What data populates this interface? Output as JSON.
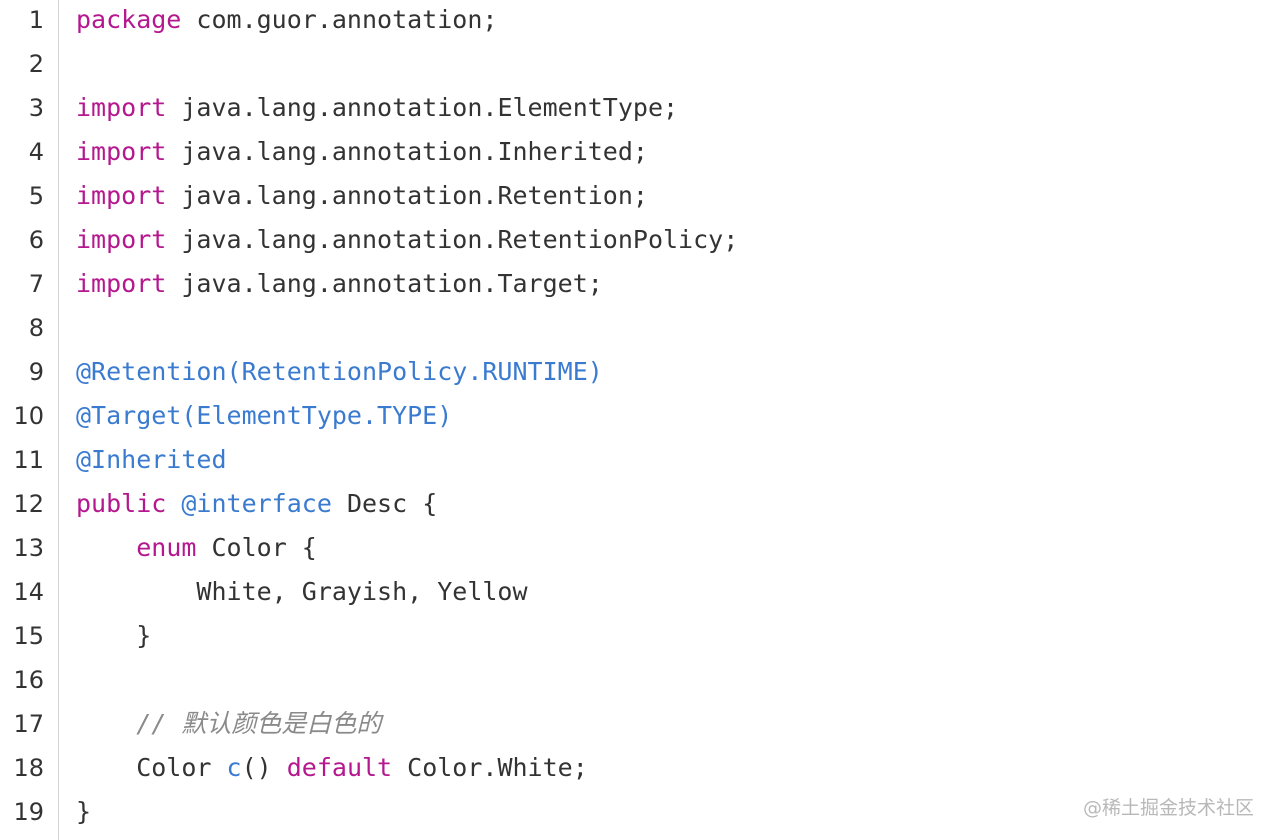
{
  "code_lines": [
    {
      "num": "1",
      "tokens": [
        {
          "t": "package",
          "c": "kw"
        },
        {
          "t": " com.guor.annotation;",
          "c": ""
        }
      ]
    },
    {
      "num": "2",
      "tokens": []
    },
    {
      "num": "3",
      "tokens": [
        {
          "t": "import",
          "c": "kw"
        },
        {
          "t": " java.lang.annotation.ElementType;",
          "c": ""
        }
      ]
    },
    {
      "num": "4",
      "tokens": [
        {
          "t": "import",
          "c": "kw"
        },
        {
          "t": " java.lang.annotation.Inherited;",
          "c": ""
        }
      ]
    },
    {
      "num": "5",
      "tokens": [
        {
          "t": "import",
          "c": "kw"
        },
        {
          "t": " java.lang.annotation.Retention;",
          "c": ""
        }
      ]
    },
    {
      "num": "6",
      "tokens": [
        {
          "t": "import",
          "c": "kw"
        },
        {
          "t": " java.lang.annotation.RetentionPolicy;",
          "c": ""
        }
      ]
    },
    {
      "num": "7",
      "tokens": [
        {
          "t": "import",
          "c": "kw"
        },
        {
          "t": " java.lang.annotation.Target;",
          "c": ""
        }
      ]
    },
    {
      "num": "8",
      "tokens": []
    },
    {
      "num": "9",
      "tokens": [
        {
          "t": "@Retention(RetentionPolicy.RUNTIME)",
          "c": "an"
        }
      ]
    },
    {
      "num": "10",
      "tokens": [
        {
          "t": "@Target(ElementType.TYPE)",
          "c": "an"
        }
      ]
    },
    {
      "num": "11",
      "tokens": [
        {
          "t": "@Inherited",
          "c": "an"
        }
      ]
    },
    {
      "num": "12",
      "tokens": [
        {
          "t": "public",
          "c": "kw"
        },
        {
          "t": " ",
          "c": ""
        },
        {
          "t": "@interface",
          "c": "an"
        },
        {
          "t": " Desc {",
          "c": ""
        }
      ]
    },
    {
      "num": "13",
      "tokens": [
        {
          "t": "    ",
          "c": ""
        },
        {
          "t": "enum",
          "c": "kw"
        },
        {
          "t": " Color {",
          "c": ""
        }
      ]
    },
    {
      "num": "14",
      "tokens": [
        {
          "t": "        White, Grayish, Yellow",
          "c": ""
        }
      ]
    },
    {
      "num": "15",
      "tokens": [
        {
          "t": "    }",
          "c": ""
        }
      ]
    },
    {
      "num": "16",
      "tokens": []
    },
    {
      "num": "17",
      "tokens": [
        {
          "t": "    ",
          "c": ""
        },
        {
          "t": "// 默认颜色是白色的",
          "c": "cm"
        }
      ]
    },
    {
      "num": "18",
      "tokens": [
        {
          "t": "    Color ",
          "c": ""
        },
        {
          "t": "c",
          "c": "an"
        },
        {
          "t": "() ",
          "c": ""
        },
        {
          "t": "default",
          "c": "kw"
        },
        {
          "t": " Color.White;",
          "c": ""
        }
      ]
    },
    {
      "num": "19",
      "tokens": [
        {
          "t": "}",
          "c": ""
        }
      ]
    }
  ],
  "watermark": "@稀土掘金技术社区",
  "colors": {
    "keyword": "#b5178f",
    "annotation": "#3a7bd0",
    "comment": "#8a8a8a",
    "text": "#333333",
    "gutter_border": "#d4d4d4",
    "background": "#ffffff"
  }
}
